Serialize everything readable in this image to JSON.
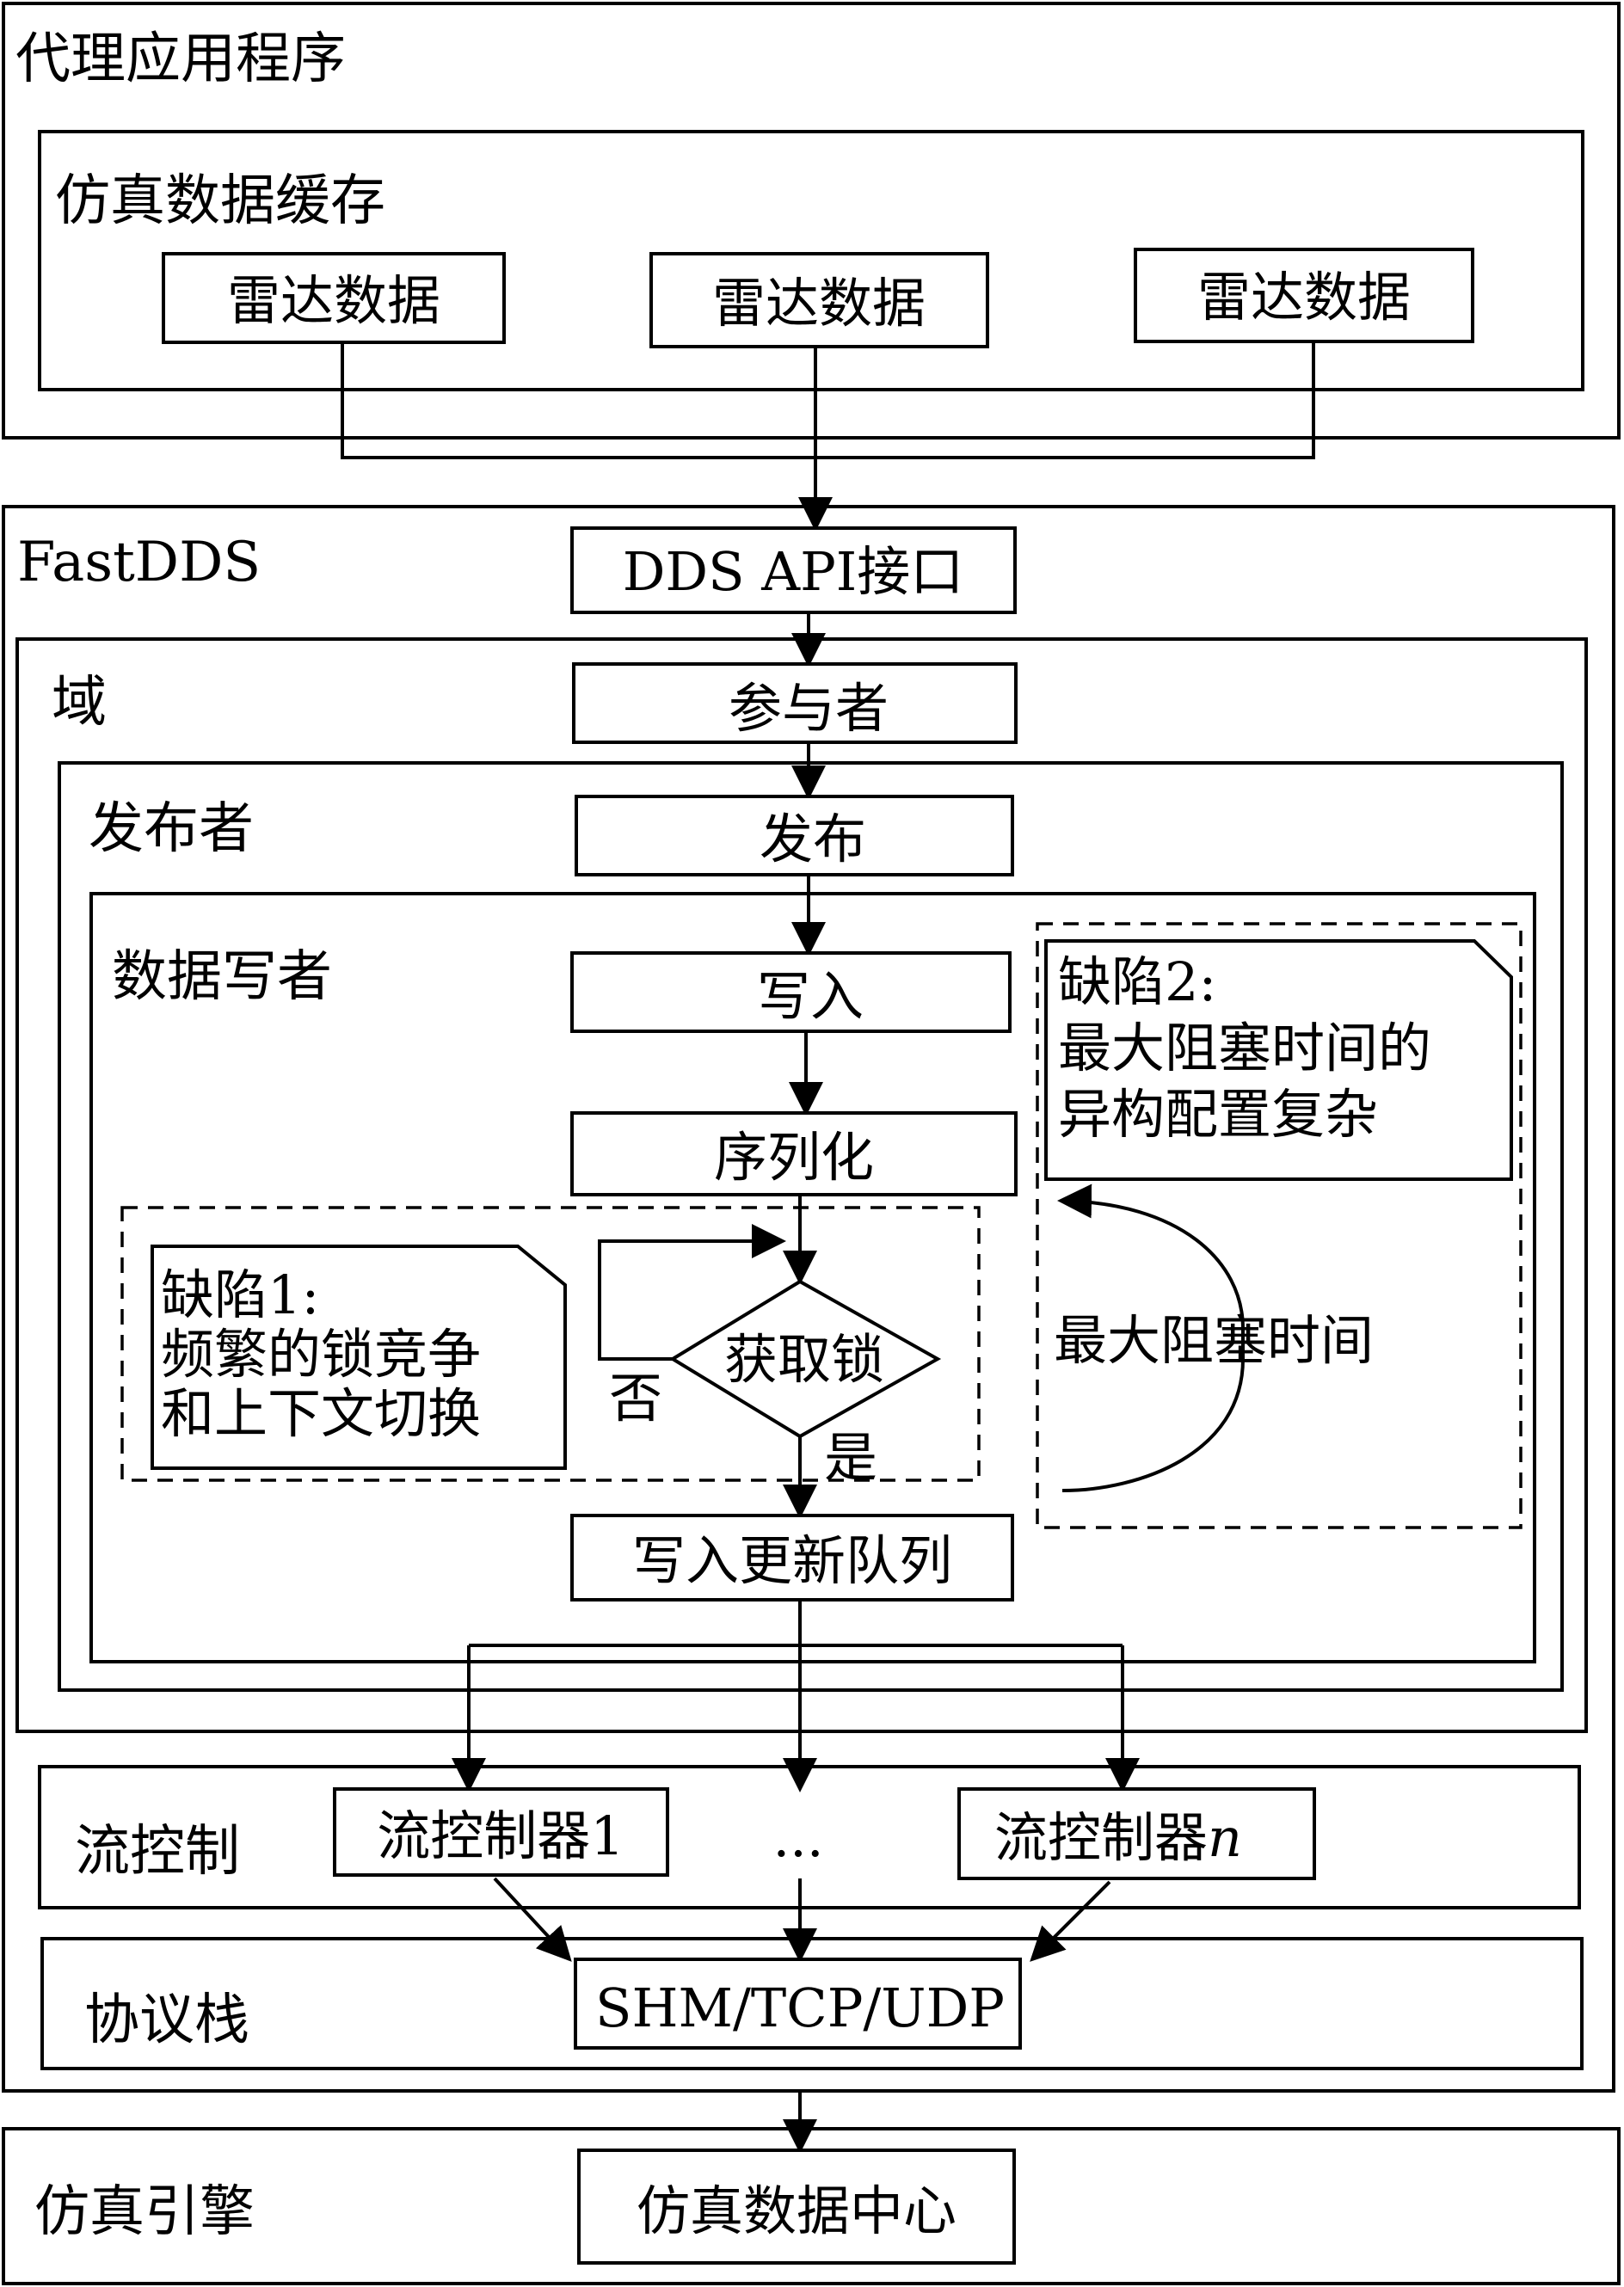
{
  "agent_app": {
    "title": "代理应用程序",
    "cache_title": "仿真数据缓存",
    "radar_items": [
      "雷达数据",
      "雷达数据",
      "雷达数据"
    ]
  },
  "fastdds": {
    "title": "FastDDS",
    "api": "DDS API接口",
    "domain_title": "域",
    "participant": "参与者",
    "publisher_title": "发布者",
    "publish": "发布",
    "datawriter_title": "数据写者",
    "write": "写入",
    "serialize": "序列化",
    "acquire_lock": "获取锁",
    "no": "否",
    "yes": "是",
    "write_queue": "写入更新队列",
    "defect1": {
      "title": "缺陷1:",
      "line1": "频繁的锁竞争",
      "line2": "和上下文切换"
    },
    "defect2": {
      "title": "缺陷2:",
      "line1": "最大阻塞时间的",
      "line2": "异构配置复杂"
    },
    "max_block_time": "最大阻塞时间",
    "flow_control": {
      "title": "流控制",
      "controller1": "流控制器1",
      "ellipsis": "...",
      "controllern_prefix": "流控制器",
      "controllern_suffix": "n"
    },
    "protocol_stack": {
      "title": "协议栈",
      "transport": "SHM/TCP/UDP"
    }
  },
  "sim_engine": {
    "title": "仿真引擎",
    "data_center": "仿真数据中心"
  }
}
